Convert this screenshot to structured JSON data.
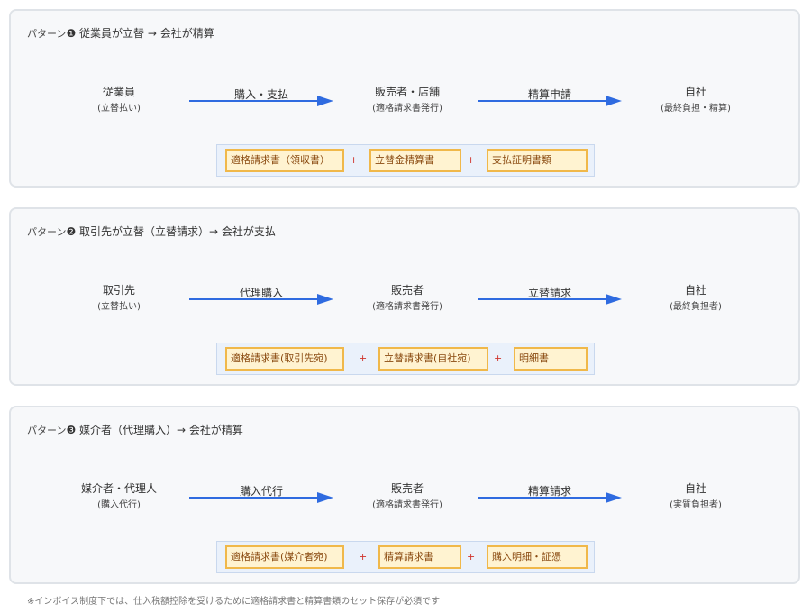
{
  "colors": {
    "arrow": "#2f6be0",
    "doc_fill": "#fff3d1",
    "doc_border": "#f0b84a",
    "doc_text": "#8a4a10",
    "plus": "#d0342c",
    "panel_bg": "#f7f8fa",
    "docs_bg": "#eaf1fb"
  },
  "patterns": [
    {
      "lead": "パターン",
      "num": "❶",
      "title": " 従業員が立替 → 会社が精算",
      "nodes": [
        {
          "name": "従業員",
          "sub": "(立替払い)"
        },
        {
          "name": "販売者・店舗",
          "sub": "(適格請求書発行)"
        },
        {
          "name": "自社",
          "sub": "(最終負担・精算)"
        }
      ],
      "arrows": [
        "購入・支払",
        "精算申請"
      ],
      "docs": [
        "適格請求書（領収書）",
        "立替金精算書",
        "支払証明書類"
      ],
      "plus": [
        "+",
        "+"
      ]
    },
    {
      "lead": "パターン",
      "num": "❷",
      "title": " 取引先が立替（立替請求）→ 会社が支払",
      "nodes": [
        {
          "name": "取引先",
          "sub": "(立替払い)"
        },
        {
          "name": "販売者",
          "sub": "(適格請求書発行)"
        },
        {
          "name": "自社",
          "sub": "(最終負担者)"
        }
      ],
      "arrows": [
        "代理購入",
        "立替請求"
      ],
      "docs": [
        "適格請求書(取引先宛)",
        "立替請求書(自社宛)",
        "明細書"
      ],
      "plus": [
        "+",
        "+"
      ]
    },
    {
      "lead": "パターン",
      "num": "❸",
      "title": " 媒介者（代理購入）→ 会社が精算",
      "nodes": [
        {
          "name": "媒介者・代理人",
          "sub": "(購入代行)"
        },
        {
          "name": "販売者",
          "sub": "(適格請求書発行)"
        },
        {
          "name": "自社",
          "sub": "(実質負担者)"
        }
      ],
      "arrows": [
        "購入代行",
        "精算請求"
      ],
      "docs": [
        "適格請求書(媒介者宛)",
        "精算請求書",
        "購入明細・証憑"
      ],
      "plus": [
        "+",
        "+"
      ]
    }
  ],
  "footnote": "※インボイス制度下では、仕入税額控除を受けるために適格請求書と精算書類のセット保存が必須です"
}
